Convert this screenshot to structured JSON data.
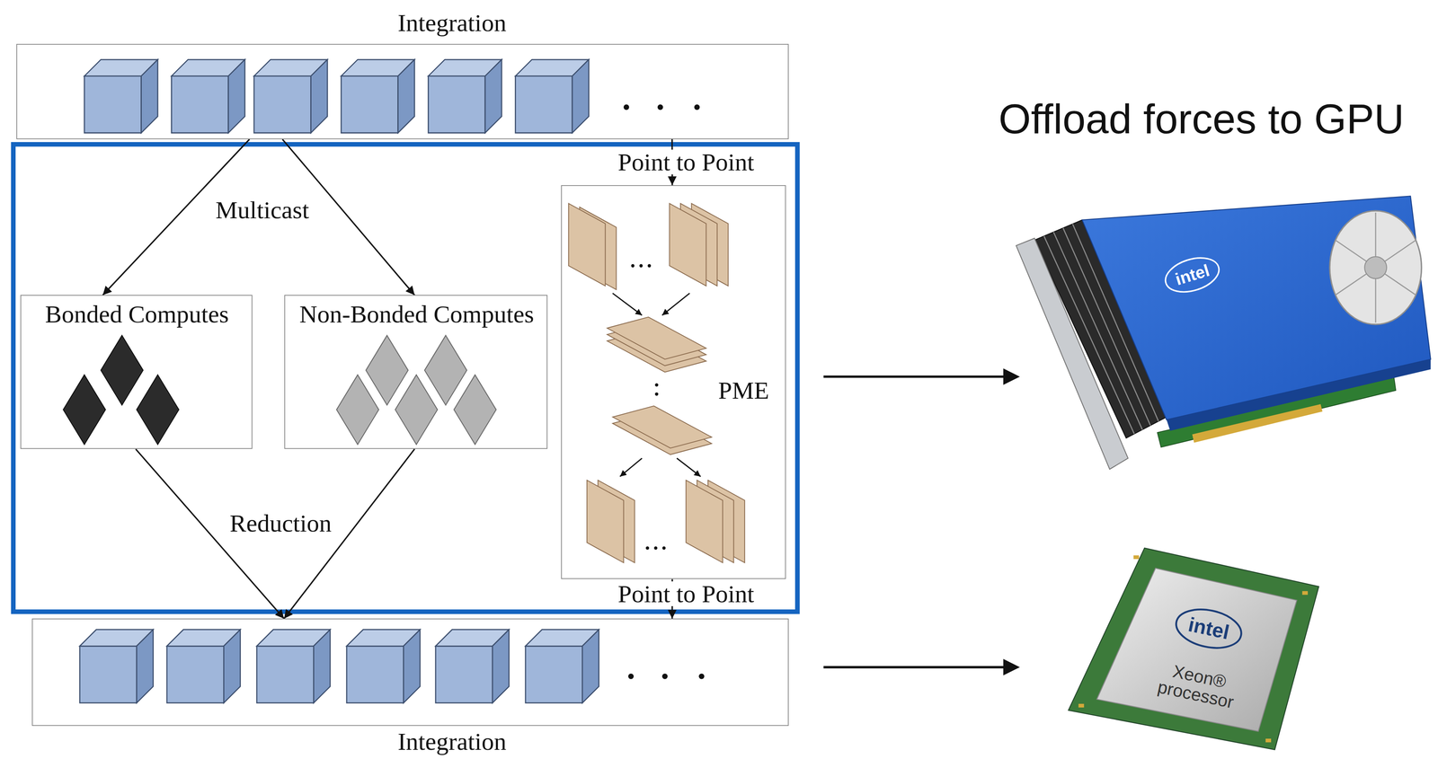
{
  "diagram": {
    "nodes": [
      {
        "text": [
          "Integration"
        ]
      },
      {
        "text": [
          "Bonded Computes"
        ]
      },
      {
        "text": [
          "Non-Bonded Computes"
        ]
      },
      {
        "text": [
          "PME"
        ]
      },
      {
        "text": [
          "Integration"
        ]
      }
    ],
    "edges": [
      {
        "from": 0,
        "to": 1,
        "arrow": "to",
        "label": "Multicast"
      },
      {
        "from": 0,
        "to": 2,
        "arrow": "to"
      },
      {
        "from": 0,
        "to": 3,
        "arrow": "to",
        "label": "Point to Point"
      },
      {
        "from": 1,
        "to": 4,
        "arrow": "to",
        "label": "Reduction"
      },
      {
        "from": 2,
        "to": 4,
        "arrow": "to"
      },
      {
        "from": 3,
        "to": 4,
        "arrow": "to",
        "label": "Point to Point"
      }
    ],
    "labels": [
      "Offload forces to GPU",
      "intel",
      "intel",
      "Xeon® processor"
    ]
  }
}
